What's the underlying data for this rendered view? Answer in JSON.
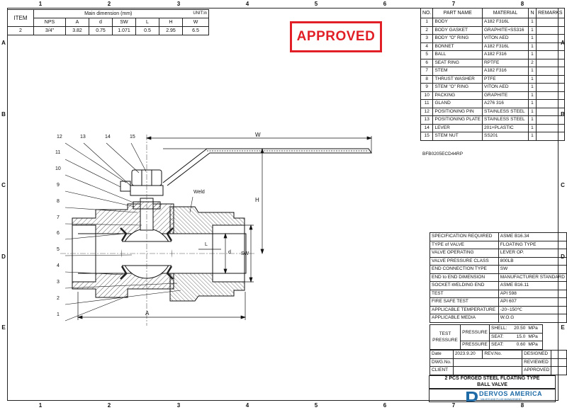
{
  "column_numbers": [
    "1",
    "2",
    "3",
    "4",
    "5",
    "6",
    "7",
    "8"
  ],
  "row_letters": [
    "A",
    "B",
    "C",
    "D",
    "E"
  ],
  "stamp": "APPROVED",
  "dim_table": {
    "item_label": "ITEM",
    "group_label": "Main dimension (mm)",
    "unit_label": "UNIT:in",
    "headers": [
      "NPS",
      "A",
      "d",
      "SW",
      "L",
      "H",
      "W"
    ],
    "row": {
      "item": "2",
      "values": [
        "3/4\"",
        "3.82",
        "0.75",
        "1.071",
        "0.5",
        "2.95",
        "6.5"
      ]
    }
  },
  "parts_table": {
    "headers": [
      "NO.",
      "PART NAME",
      "MATERIAL",
      "N",
      "REMARKS"
    ],
    "rows": [
      [
        "1",
        "BODY",
        "A182 F316L",
        "1",
        ""
      ],
      [
        "2",
        "BODY GASKET",
        "GRAPHITE+SS316",
        "1",
        ""
      ],
      [
        "3",
        "BODY \"O\" RING",
        "VITON AED",
        "1",
        ""
      ],
      [
        "4",
        "BONNET",
        "A182 F316L",
        "1",
        ""
      ],
      [
        "5",
        "BALL",
        "A182 F316",
        "1",
        ""
      ],
      [
        "6",
        "SEAT RING",
        "RPTFE",
        "2",
        ""
      ],
      [
        "7",
        "STEM",
        "A182 F316",
        "1",
        ""
      ],
      [
        "8",
        "THRUST WASHER",
        "PTFE",
        "1",
        ""
      ],
      [
        "9",
        "STEM \"O\" RING",
        "VITON AED",
        "1",
        ""
      ],
      [
        "10",
        "PACKING",
        "GRAPHITE",
        "1",
        ""
      ],
      [
        "11",
        "GLAND",
        "A276 316",
        "1",
        ""
      ],
      [
        "12",
        "POSITIONING PIN",
        "STAINLESS STEEL",
        "1",
        ""
      ],
      [
        "13",
        "POSITIONING PLATE",
        "STAINLESS STEEL",
        "1",
        ""
      ],
      [
        "14",
        "LEVER",
        "201+PLASTIC",
        "1",
        ""
      ],
      [
        "15",
        "STEM NUT",
        "SS201",
        "1",
        ""
      ]
    ]
  },
  "part_code": "BFB0205ECD44RP",
  "spec_table": [
    [
      "SPECIFICATION REQUIRED",
      "ASME B16.34"
    ],
    [
      "TYPE of VALVE",
      "FLOATING TYPE"
    ],
    [
      "VALVE OPERATING",
      "LEVER OP."
    ],
    [
      "VALVE PRESSURE CLASS",
      "800LB"
    ],
    [
      "END CONNECTION TYPE",
      "SW"
    ],
    [
      "END to END DIMENSION",
      "MANUFACTURER STANDARD"
    ],
    [
      "SOCKET-WELDING END",
      "ASME B16.11"
    ],
    [
      "TEST",
      "API 598"
    ],
    [
      "FIRE SAFE TEST",
      "API 607"
    ],
    [
      "APPLICABLE TEMPERATURE",
      "-20~150℃"
    ],
    [
      "APPLICABLE MEDIA",
      "W.O.G"
    ]
  ],
  "test_pressure": {
    "label": "TEST PRESSURE",
    "pressure_label": "PRESSURE",
    "rows": [
      {
        "group": "PRESSURE",
        "type": "SHELL:",
        "value": "20.50",
        "unit": "MPa"
      },
      {
        "group": "PRESSURE",
        "type": "SEAT:",
        "value": "15.0",
        "unit": "MPa"
      },
      {
        "group": "PRESSURE",
        "type": "SEAT:",
        "value": "0.60",
        "unit": "MPa"
      }
    ]
  },
  "signoff": {
    "date_label": "Date",
    "date_value": "2023.9.20",
    "rev_label": "REV.No.",
    "dwg_label": "DWG.No.",
    "client_label": "CLIENT",
    "designed": "DESIGNED",
    "reviewed": "REVIEWED",
    "approved": "APPROVED"
  },
  "drawing_title_line1": "2 PCS FORGED STEEL FLOATING TYPE",
  "drawing_title_line2": "BALL VALVE",
  "company": {
    "name": "DERVOS AMERICA",
    "tagline": "VALVES AND FLUID MANAGEMENT"
  },
  "drawing_labels": {
    "balloons": [
      "12",
      "13",
      "14",
      "15",
      "11",
      "10",
      "9",
      "8",
      "7",
      "6",
      "5",
      "4",
      "3",
      "2",
      "1"
    ],
    "dim_W": "W",
    "dim_H": "H",
    "dim_A": "A",
    "dim_L": "L",
    "dim_d": "d",
    "dim_SW": "SW",
    "weld": "Weld"
  }
}
